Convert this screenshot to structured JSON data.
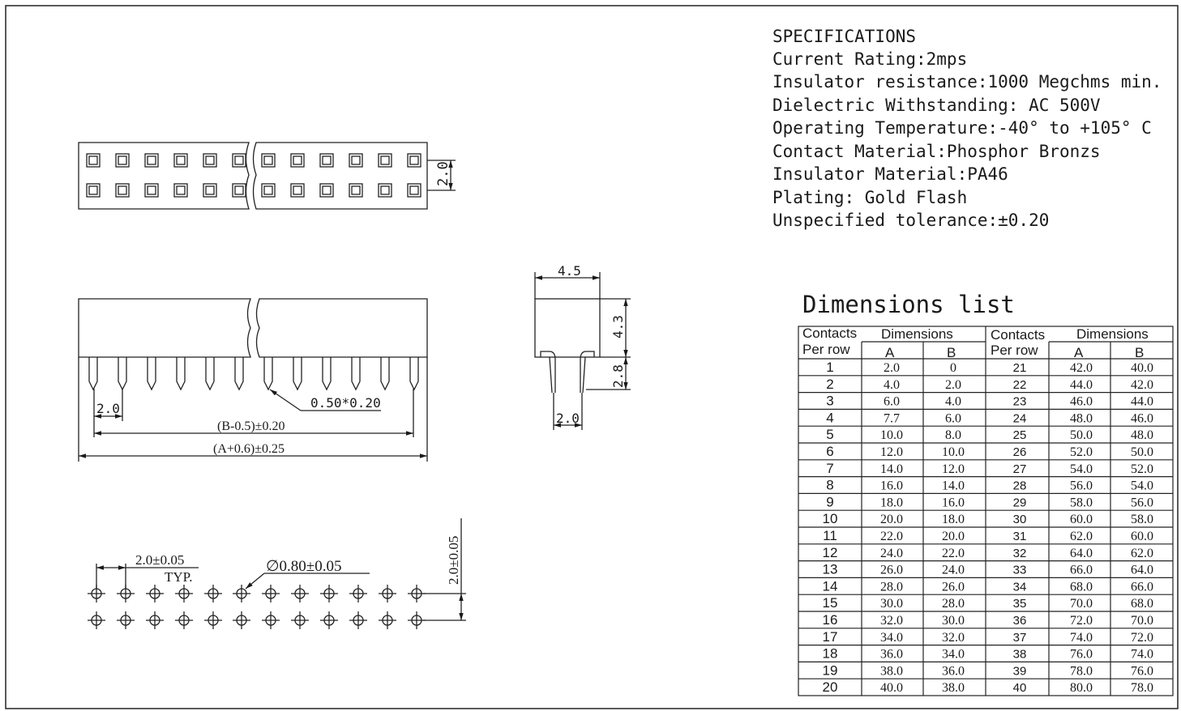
{
  "specifications": {
    "title": "SPECIFICATIONS",
    "lines": [
      "Current Rating:2mps",
      "Insulator resistance:1000 Megchms min.",
      "Dielectric Withstanding: AC 500V",
      "Operating Temperature:-40°  to +105° C",
      "Contact Material:Phosphor Bronzs",
      "Insulator Material:PA46",
      "Plating:  Gold Flash",
      "Unspecified tolerance:±0.20"
    ]
  },
  "dims": {
    "top_pitch": "2.0",
    "pin_pitch": "2.0",
    "pin_size": "0.50*0.20",
    "length_b": "(B-0.5)±0.20",
    "length_a": "(A+0.6)±0.25",
    "side_width": "4.5",
    "side_height": "4.3",
    "side_pin": "2.8",
    "side_pitch": "2.0",
    "hole_pitch": "2.0±0.05",
    "hole_typ": "TYP.",
    "hole_dia": "∅0.80±0.05",
    "row_pitch": "2.0±0.05"
  },
  "dimensions_list": {
    "title": "Dimensions list",
    "header": {
      "contacts": "Contacts",
      "per_row": "Per row",
      "dimensions": "Dimensions",
      "a": "A",
      "b": "B"
    },
    "left_rows": [
      [
        "1",
        "2.0",
        "0"
      ],
      [
        "2",
        "4.0",
        "2.0"
      ],
      [
        "3",
        "6.0",
        "4.0"
      ],
      [
        "4",
        "7.7",
        "6.0"
      ],
      [
        "5",
        "10.0",
        "8.0"
      ],
      [
        "6",
        "12.0",
        "10.0"
      ],
      [
        "7",
        "14.0",
        "12.0"
      ],
      [
        "8",
        "16.0",
        "14.0"
      ],
      [
        "9",
        "18.0",
        "16.0"
      ],
      [
        "10",
        "20.0",
        "18.0"
      ],
      [
        "11",
        "22.0",
        "20.0"
      ],
      [
        "12",
        "24.0",
        "22.0"
      ],
      [
        "13",
        "26.0",
        "24.0"
      ],
      [
        "14",
        "28.0",
        "26.0"
      ],
      [
        "15",
        "30.0",
        "28.0"
      ],
      [
        "16",
        "32.0",
        "30.0"
      ],
      [
        "17",
        "34.0",
        "32.0"
      ],
      [
        "18",
        "36.0",
        "34.0"
      ],
      [
        "19",
        "38.0",
        "36.0"
      ],
      [
        "20",
        "40.0",
        "38.0"
      ]
    ],
    "right_rows": [
      [
        "21",
        "42.0",
        "40.0"
      ],
      [
        "22",
        "44.0",
        "42.0"
      ],
      [
        "23",
        "46.0",
        "44.0"
      ],
      [
        "24",
        "48.0",
        "46.0"
      ],
      [
        "25",
        "50.0",
        "48.0"
      ],
      [
        "26",
        "52.0",
        "50.0"
      ],
      [
        "27",
        "54.0",
        "52.0"
      ],
      [
        "28",
        "56.0",
        "54.0"
      ],
      [
        "29",
        "58.0",
        "56.0"
      ],
      [
        "30",
        "60.0",
        "58.0"
      ],
      [
        "31",
        "62.0",
        "60.0"
      ],
      [
        "32",
        "64.0",
        "62.0"
      ],
      [
        "33",
        "66.0",
        "64.0"
      ],
      [
        "34",
        "68.0",
        "66.0"
      ],
      [
        "35",
        "70.0",
        "68.0"
      ],
      [
        "36",
        "72.0",
        "70.0"
      ],
      [
        "37",
        "74.0",
        "72.0"
      ],
      [
        "38",
        "76.0",
        "74.0"
      ],
      [
        "39",
        "78.0",
        "76.0"
      ],
      [
        "40",
        "80.0",
        "78.0"
      ]
    ]
  }
}
